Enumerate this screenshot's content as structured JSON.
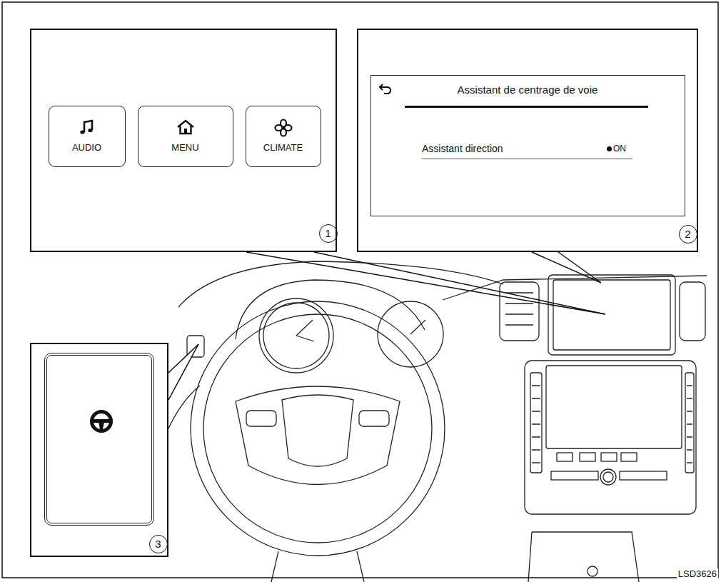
{
  "diagram": {
    "nodes": [
      {
        "text": [
          "1"
        ]
      },
      {
        "text": [
          "AUDIO"
        ],
        "in": 0
      },
      {
        "text": [
          "MENU"
        ],
        "in": 0
      },
      {
        "text": [
          "CLIMATE"
        ],
        "in": 0
      },
      {
        "text": [
          "2"
        ]
      },
      {
        "text": [
          "Assistant de centrage de voie",
          "Assistant direction",
          "ON"
        ],
        "in": 4
      },
      {
        "text": [
          "3"
        ]
      }
    ],
    "labels": [
      "LSD3626"
    ]
  }
}
